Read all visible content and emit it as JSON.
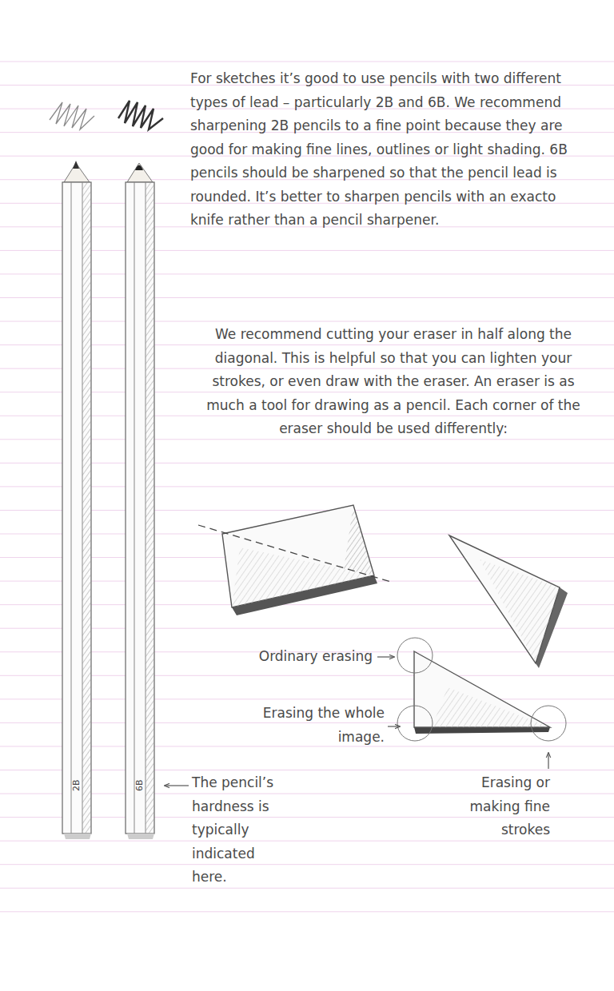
{
  "diagram": {
    "labels": [
      "For sketches it’s good to use pencils with two different types of lead – particularly 2B and 6B. We recommend sharpening 2B pencils to a fine point because they are good for making fine lines, outlines or light shading. 6B pencils should be sharpened so that the pencil lead is rounded. It’s better to sharpen pencils with an exacto knife rather than a pencil sharpener.",
      "We recommend cutting your eraser in half along the diagonal. This is helpful so that you can lighten your strokes, or even draw with the eraser. An eraser is as much a tool for drawing as a pencil. Each corner of the eraser should be used differently:",
      "Ordinary erasing",
      "Erasing the whole image.",
      "Erasing or making fine strokes",
      "The pencil’s hardness is typically indicated here.",
      "2B",
      "6B"
    ]
  }
}
